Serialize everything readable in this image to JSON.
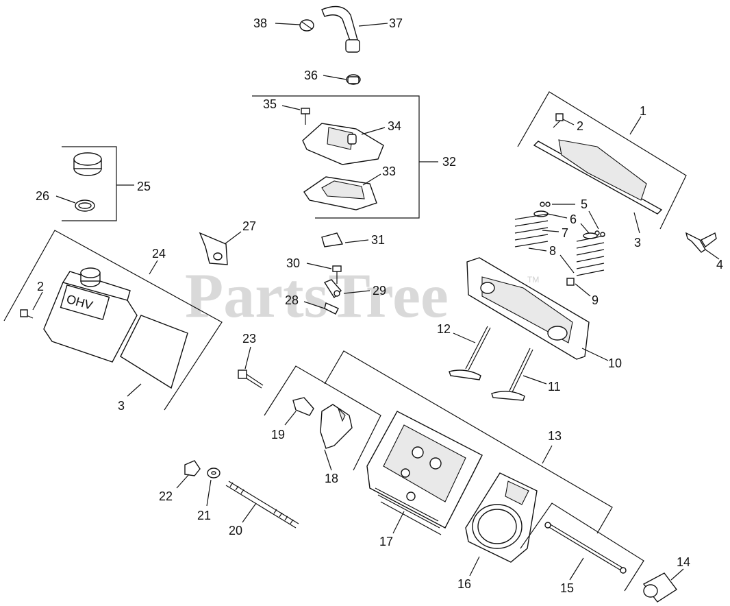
{
  "watermark": {
    "text": "PartsTree",
    "trademark": "TM"
  },
  "callouts": {
    "c1": "1",
    "c2a": "2",
    "c2b": "2",
    "c3a": "3",
    "c3b": "3",
    "c4": "4",
    "c5": "5",
    "c6": "6",
    "c7": "7",
    "c8": "8",
    "c9": "9",
    "c10": "10",
    "c11": "11",
    "c12": "12",
    "c13": "13",
    "c14": "14",
    "c15": "15",
    "c16": "16",
    "c17": "17",
    "c18": "18",
    "c19": "19",
    "c20": "20",
    "c21": "21",
    "c22": "22",
    "c23": "23",
    "c24": "24",
    "c25": "25",
    "c26": "26",
    "c27": "27",
    "c28": "28",
    "c29": "29",
    "c30": "30",
    "c31": "31",
    "c32": "32",
    "c33": "33",
    "c34": "34",
    "c35": "35",
    "c36": "36",
    "c37": "37",
    "c38": "38"
  },
  "cover_emboss": "OHV"
}
